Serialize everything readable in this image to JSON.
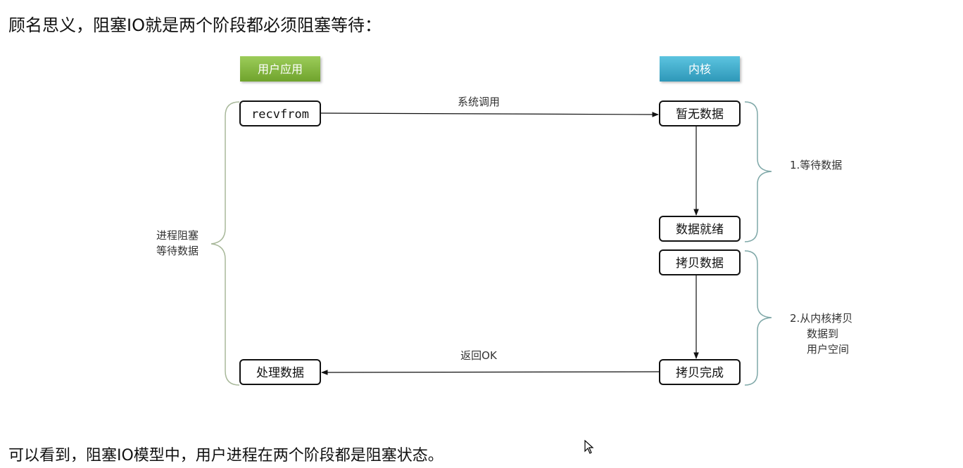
{
  "intro_text": "顾名思义，阻塞IO就是两个阶段都必须阻塞等待：",
  "conclusion_text": "可以看到，阻塞IO模型中，用户进程在两个阶段都是阻塞状态。",
  "headers": {
    "user_app": "用户应用",
    "kernel": "内核"
  },
  "user_boxes": {
    "recvfrom": "recvfrom",
    "process_data": "处理数据"
  },
  "kernel_boxes": {
    "no_data": "暂无数据",
    "data_ready": "数据就绪",
    "copy_data": "拷贝数据",
    "copy_done": "拷贝完成"
  },
  "arrows": {
    "system_call": "系统调用",
    "return_ok": "返回OK"
  },
  "left_brace": {
    "line1": "进程阻塞",
    "line2": "等待数据"
  },
  "phases": {
    "phase1": "1.等待数据",
    "phase2_line1": "2.从内核拷贝",
    "phase2_line2": "数据到",
    "phase2_line3": "用户空间"
  },
  "colors": {
    "user_header": "#7fb53a",
    "kernel_header": "#3aa9c9",
    "brace": "#a8b89a"
  }
}
